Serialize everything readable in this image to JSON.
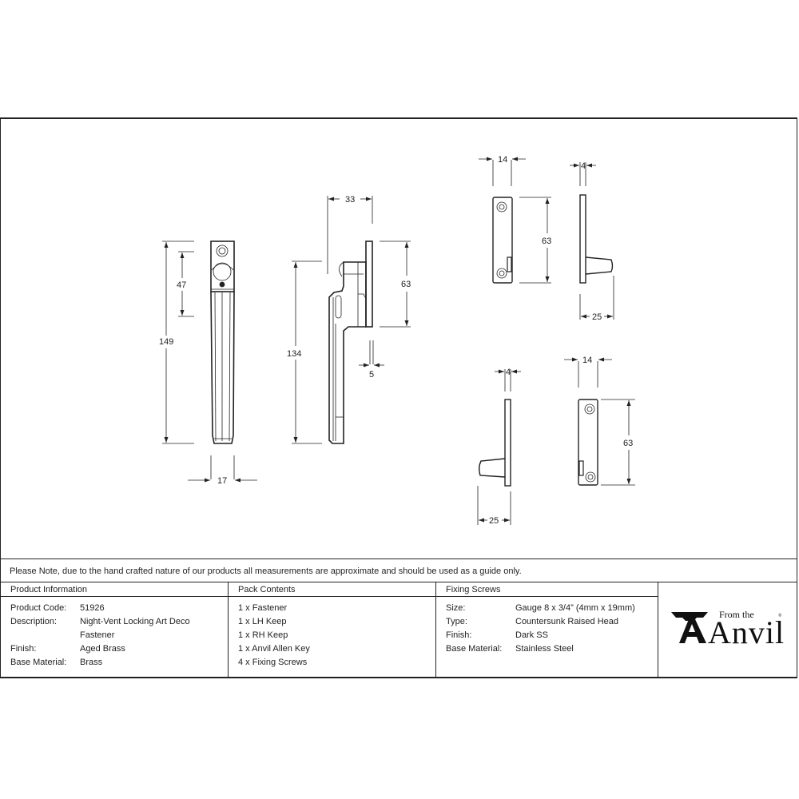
{
  "note": "Please Note, due to the hand crafted nature of our products all measurements are approximate and should be used as a guide only.",
  "product_info": {
    "header": "Product Information",
    "rows": [
      {
        "label": "Product Code:",
        "value": "51926"
      },
      {
        "label": "Description:",
        "value": "Night-Vent Locking Art Deco"
      },
      {
        "label": "",
        "value": "Fastener"
      },
      {
        "label": "Finish:",
        "value": "Aged Brass"
      },
      {
        "label": "Base Material:",
        "value": "Brass"
      }
    ]
  },
  "pack_contents": {
    "header": "Pack Contents",
    "items": [
      "1 x Fastener",
      "1 x LH Keep",
      "1 x RH Keep",
      "1 x Anvil Allen Key",
      "4 x Fixing Screws"
    ]
  },
  "fixing_screws": {
    "header": "Fixing Screws",
    "rows": [
      {
        "label": "Size:",
        "value": "Gauge 8 x 3/4” (4mm x 19mm)"
      },
      {
        "label": "Type:",
        "value": "Countersunk Raised Head"
      },
      {
        "label": "Finish:",
        "value": "Dark SS"
      },
      {
        "label": "Base Material:",
        "value": "Stainless Steel"
      }
    ]
  },
  "logo": {
    "small": "From the",
    "big": "Anvil",
    "mark": "®"
  },
  "dimensions": {
    "fastener_front": {
      "overall_height": "149",
      "head_height": "47",
      "width": "17"
    },
    "fastener_side": {
      "depth": "33",
      "plate_height": "63",
      "arm_height": "134",
      "plate_thickness": "5"
    },
    "keep_top_front": {
      "width": "14",
      "height": "63"
    },
    "keep_top_side": {
      "thickness": "4",
      "projection": "25"
    },
    "keep_bottom_side": {
      "thickness": "4",
      "projection": "25"
    },
    "keep_bottom_front": {
      "width": "14",
      "height": "63"
    }
  }
}
